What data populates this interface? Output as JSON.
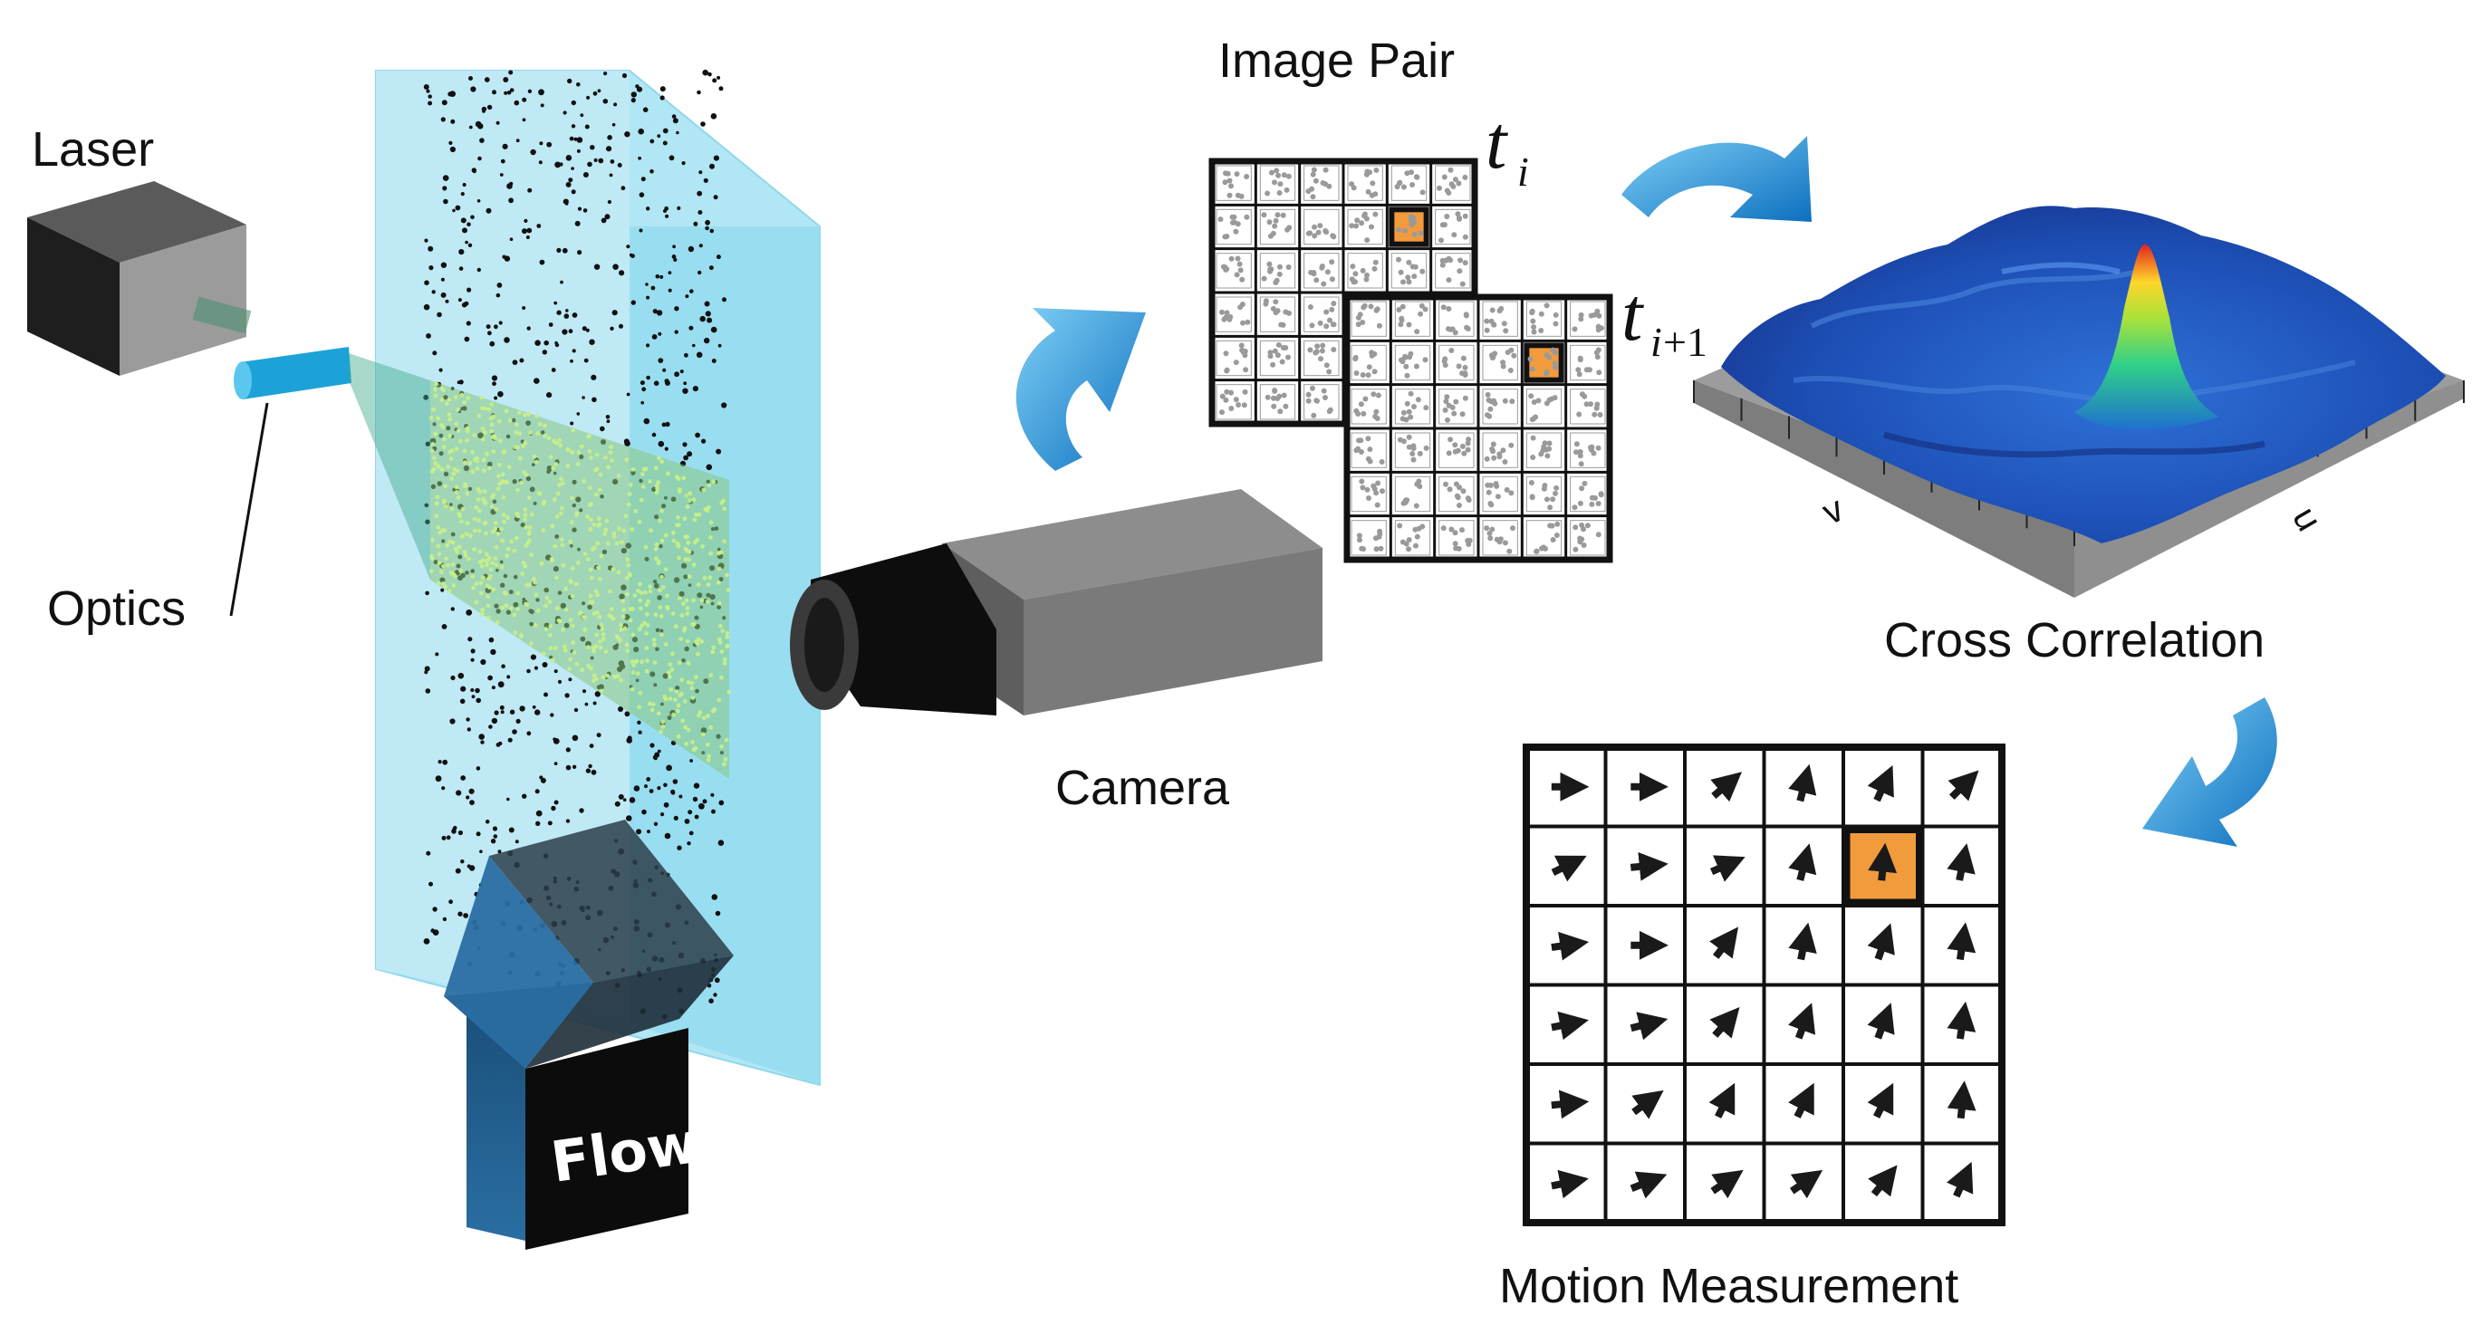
{
  "labels": {
    "laser": "Laser",
    "optics": "Optics",
    "flow": "Flow",
    "camera": "Camera",
    "image_pair": "Image Pair",
    "t_i": "t",
    "t_i_sub": "i",
    "t_i1": "t",
    "t_i1_sub_var": "i",
    "t_i1_sub_plus": "+1",
    "cross_correlation": "Cross Correlation",
    "motion_measurement": "Motion Measurement",
    "axis_v": "v",
    "axis_u": "u"
  },
  "colors": {
    "laser_body": "#3a3a3a",
    "water": "#9ddff0",
    "sheet": "#7ec88a",
    "highlight": "#f29b3c",
    "arrow_blue": "#1a87cf",
    "flow_arrow": "#1f5b86"
  },
  "motion_grid": {
    "rows": 6,
    "cols": 6,
    "highlight": [
      1,
      4
    ],
    "vectors": [
      [
        [
          1.0,
          0.0
        ],
        [
          1.0,
          0.0
        ],
        [
          0.7,
          0.6
        ],
        [
          0.25,
          1.0
        ],
        [
          0.45,
          1.0
        ],
        [
          0.75,
          0.75
        ]
      ],
      [
        [
          0.9,
          0.45
        ],
        [
          1.0,
          0.1
        ],
        [
          0.8,
          0.35
        ],
        [
          0.25,
          1.0
        ],
        [
          0.1,
          1.0
        ],
        [
          0.2,
          1.0
        ]
      ],
      [
        [
          1.0,
          0.15
        ],
        [
          1.0,
          0.0
        ],
        [
          0.6,
          0.8
        ],
        [
          0.2,
          1.0
        ],
        [
          0.35,
          1.0
        ],
        [
          0.15,
          1.0
        ]
      ],
      [
        [
          1.0,
          0.2
        ],
        [
          1.0,
          0.25
        ],
        [
          0.65,
          0.75
        ],
        [
          0.35,
          0.95
        ],
        [
          0.35,
          0.95
        ],
        [
          0.15,
          1.0
        ]
      ],
      [
        [
          1.0,
          0.1
        ],
        [
          0.75,
          0.55
        ],
        [
          0.45,
          0.9
        ],
        [
          0.45,
          0.9
        ],
        [
          0.45,
          0.9
        ],
        [
          0.1,
          1.0
        ]
      ],
      [
        [
          1.0,
          0.2
        ],
        [
          1.0,
          0.4
        ],
        [
          0.8,
          0.55
        ],
        [
          0.8,
          0.55
        ],
        [
          0.6,
          0.75
        ],
        [
          0.4,
          0.9
        ]
      ]
    ]
  }
}
